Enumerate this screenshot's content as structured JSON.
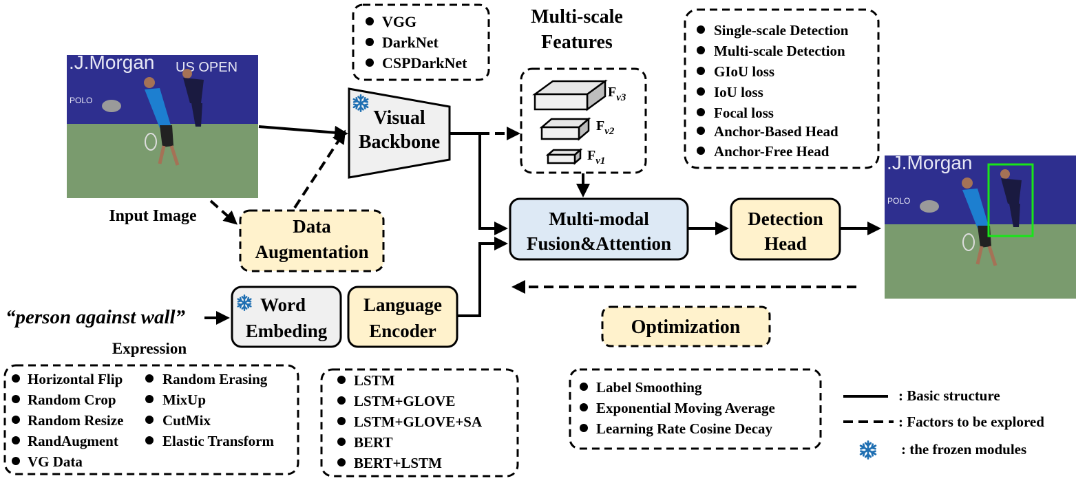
{
  "backbone_options": [
    "VGG",
    "DarkNet",
    "CSPDarkNet"
  ],
  "multiscale_title": [
    "Multi-scale",
    "Features"
  ],
  "features": [
    {
      "base": "F",
      "sub": "v3"
    },
    {
      "base": "F",
      "sub": "v2"
    },
    {
      "base": "F",
      "sub": "v1"
    }
  ],
  "head_options": [
    "Single-scale Detection",
    "Multi-scale Detection",
    "GIoU loss",
    "IoU loss",
    "Focal loss",
    "Anchor-Based Head",
    "Anchor-Free Head"
  ],
  "input_image_label": "Input Image",
  "visual_backbone": [
    "Visual",
    "Backbone"
  ],
  "data_augmentation": [
    "Data",
    "Augmentation"
  ],
  "fusion": [
    "Multi-modal",
    "Fusion&Attention"
  ],
  "detection_head": [
    "Detection",
    "Head"
  ],
  "expression_text": "“person against wall”",
  "expression_label": "Expression",
  "word_embedding": [
    "Word",
    "Embeding"
  ],
  "language_encoder": [
    "Language",
    "Encoder"
  ],
  "optimization": "Optimization",
  "augmentation_options": {
    "left": [
      "Horizontal Flip",
      "Random Crop",
      "Random Resize",
      "RandAugment",
      "VG Data"
    ],
    "right": [
      "Random Erasing",
      "MixUp",
      "CutMix",
      "Elastic Transform"
    ]
  },
  "encoder_options": [
    "LSTM",
    "LSTM+GLOVE",
    "LSTM+GLOVE+SA",
    "BERT",
    "BERT+LSTM"
  ],
  "optimization_options": [
    "Label Smoothing",
    "Exponential Moving Average",
    "Learning Rate Cosine Decay"
  ],
  "legend": {
    "solid": ": Basic structure",
    "dashed": ": Factors to be explored",
    "frozen": ": the frozen modules"
  },
  "photo_banner": {
    "left": ".J.Morgan",
    "right": "US OPEN",
    "polo": "POLO"
  },
  "colors": {
    "gray_box": "#f0f0f0",
    "blue_box": "#dde9f5",
    "yellow_box": "#fff2cc",
    "snowflake": "#1f6fb2",
    "court_blue": "#2e2f8f",
    "court_green": "#7a9b6e",
    "bbox_green": "#19e619"
  }
}
